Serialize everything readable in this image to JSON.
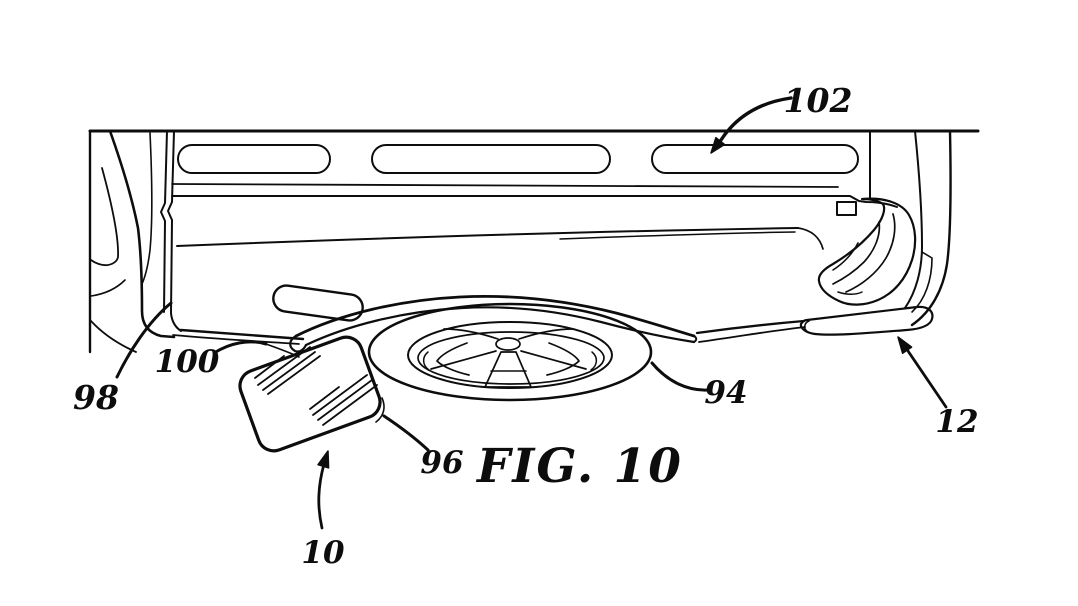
{
  "figure": {
    "caption": "FIG. 10",
    "labels": [
      {
        "ref": "102",
        "text": "102"
      },
      {
        "ref": "98",
        "text": "98"
      },
      {
        "ref": "100",
        "text": "100"
      },
      {
        "ref": "96",
        "text": "96"
      },
      {
        "ref": "10",
        "text": "10"
      },
      {
        "ref": "94",
        "text": "94"
      },
      {
        "ref": "12",
        "text": "12"
      }
    ],
    "colors": {
      "line": "#0d0d0d",
      "background": "#ffffff"
    }
  }
}
